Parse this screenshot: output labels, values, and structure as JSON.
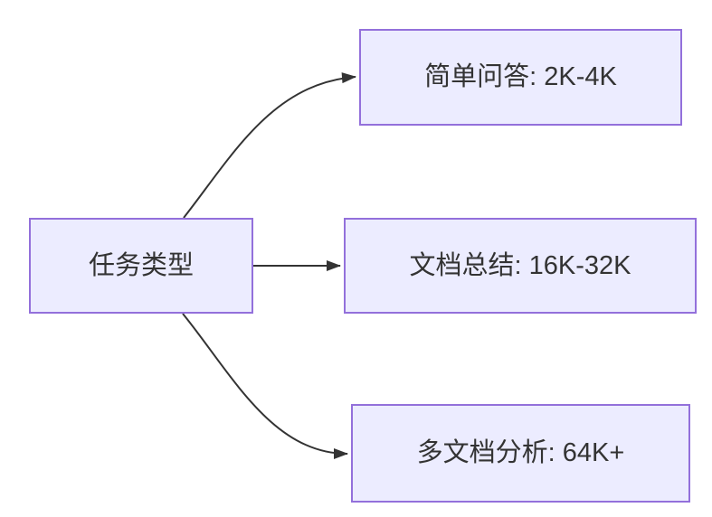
{
  "diagram": {
    "type": "flowchart-lr",
    "nodes": [
      {
        "id": "task-type",
        "label": "任务类型"
      },
      {
        "id": "simple-qa",
        "label": "简单问答: 2K-4K"
      },
      {
        "id": "doc-summary",
        "label": "文档总结: 16K-32K"
      },
      {
        "id": "multi-doc",
        "label": "多文档分析: 64K+"
      }
    ],
    "edges": [
      {
        "from": "task-type",
        "to": "simple-qa"
      },
      {
        "from": "task-type",
        "to": "doc-summary"
      },
      {
        "from": "task-type",
        "to": "multi-doc"
      }
    ]
  },
  "colors": {
    "background": "#ffffff",
    "node-fill": "#ECECFF",
    "node-border": "#9370DB",
    "edge-color": "#333333",
    "text-color": "#333333"
  }
}
